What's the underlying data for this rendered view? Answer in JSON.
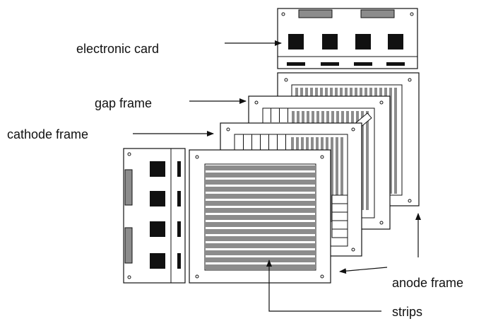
{
  "labels": {
    "electronic_card": "electronic card",
    "gap_frame": "gap frame",
    "cathode_frame": "cathode frame",
    "anode_frame": "anode frame",
    "strips": "strips"
  },
  "colors": {
    "line": "#111111",
    "strip_fill": "#8c8c8c",
    "chip_fill": "#111111",
    "background": "#ffffff"
  }
}
